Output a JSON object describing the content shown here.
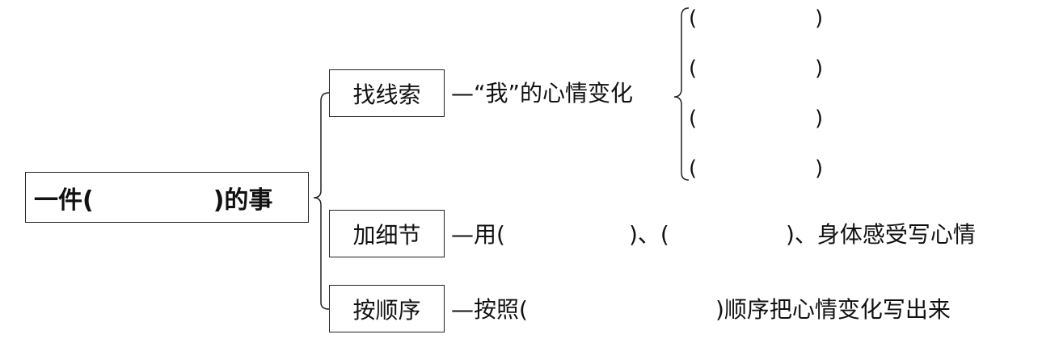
{
  "main": {
    "left": "一件(",
    "right": ")的事"
  },
  "branches": [
    {
      "label": "找线索",
      "desc": "—“我”的心情变化"
    },
    {
      "label": "加细节",
      "desc_parts": [
        "—用(",
        ")、(",
        ")、身体感受写心情"
      ]
    },
    {
      "label": "按顺序",
      "desc_parts": [
        "—按照(",
        ")顺序把心情变化写出来"
      ]
    }
  ],
  "sub_items": [
    {
      "open": "(",
      "close": ")"
    },
    {
      "open": "(",
      "close": ")"
    },
    {
      "open": "(",
      "close": ")"
    },
    {
      "open": "(",
      "close": ")"
    }
  ]
}
